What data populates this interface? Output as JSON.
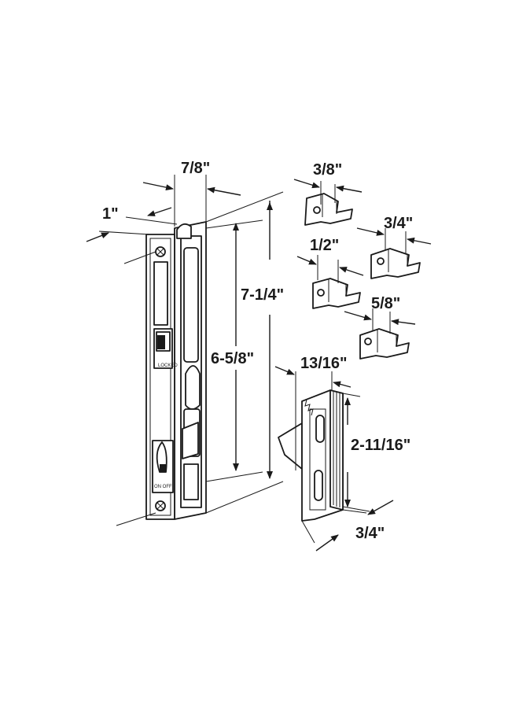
{
  "dimensions": {
    "face_width": "7/8\"",
    "offset": "1\"",
    "overall_height": "7-1/4\"",
    "hole_spacing": "6-5/8\"",
    "hook_3_8": "3/8\"",
    "hook_1_2": "1/2\"",
    "hook_3_4": "3/4\"",
    "hook_5_8": "5/8\"",
    "keeper_depth": "13/16\"",
    "keeper_height": "2-11/16\"",
    "keeper_width": "3/4\""
  },
  "labels": {
    "locked": "LOCKED",
    "on_off": "ON  OFF"
  },
  "colors": {
    "line": "#1a1a1a",
    "background": "#ffffff"
  }
}
